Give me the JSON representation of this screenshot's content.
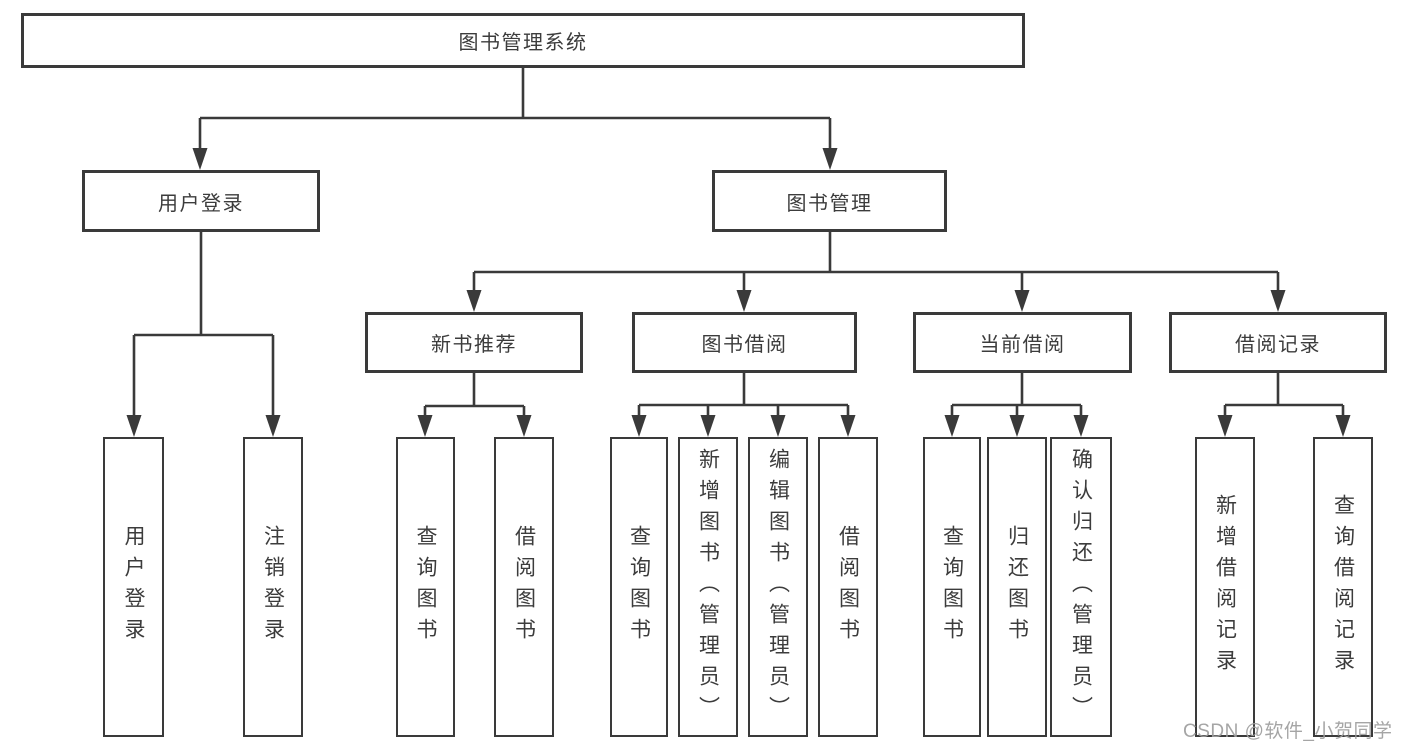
{
  "tree": {
    "label": "图书管理系统",
    "children": [
      {
        "label": "用户登录",
        "children": [
          {
            "label": "用户登录"
          },
          {
            "label": "注销登录"
          }
        ]
      },
      {
        "label": "图书管理",
        "children": [
          {
            "label": "新书推荐",
            "children": [
              {
                "label": "查询图书"
              },
              {
                "label": "借阅图书"
              }
            ]
          },
          {
            "label": "图书借阅",
            "children": [
              {
                "label": "查询图书"
              },
              {
                "label": "新增图书（管理员）"
              },
              {
                "label": "编辑图书（管理员）"
              },
              {
                "label": "借阅图书"
              }
            ]
          },
          {
            "label": "当前借阅",
            "children": [
              {
                "label": "查询图书"
              },
              {
                "label": "归还图书"
              },
              {
                "label": "确认归还（管理员）"
              }
            ]
          },
          {
            "label": "借阅记录",
            "children": [
              {
                "label": "新增借阅记录"
              },
              {
                "label": "查询借阅记录"
              }
            ]
          }
        ]
      }
    ]
  },
  "watermark": {
    "text": "CSDN @软件_小贺同学"
  },
  "colors": {
    "line": "#3a3a3a",
    "text": "#3c3c3c",
    "background": "#ffffff",
    "watermark": "#9e9e9e"
  }
}
